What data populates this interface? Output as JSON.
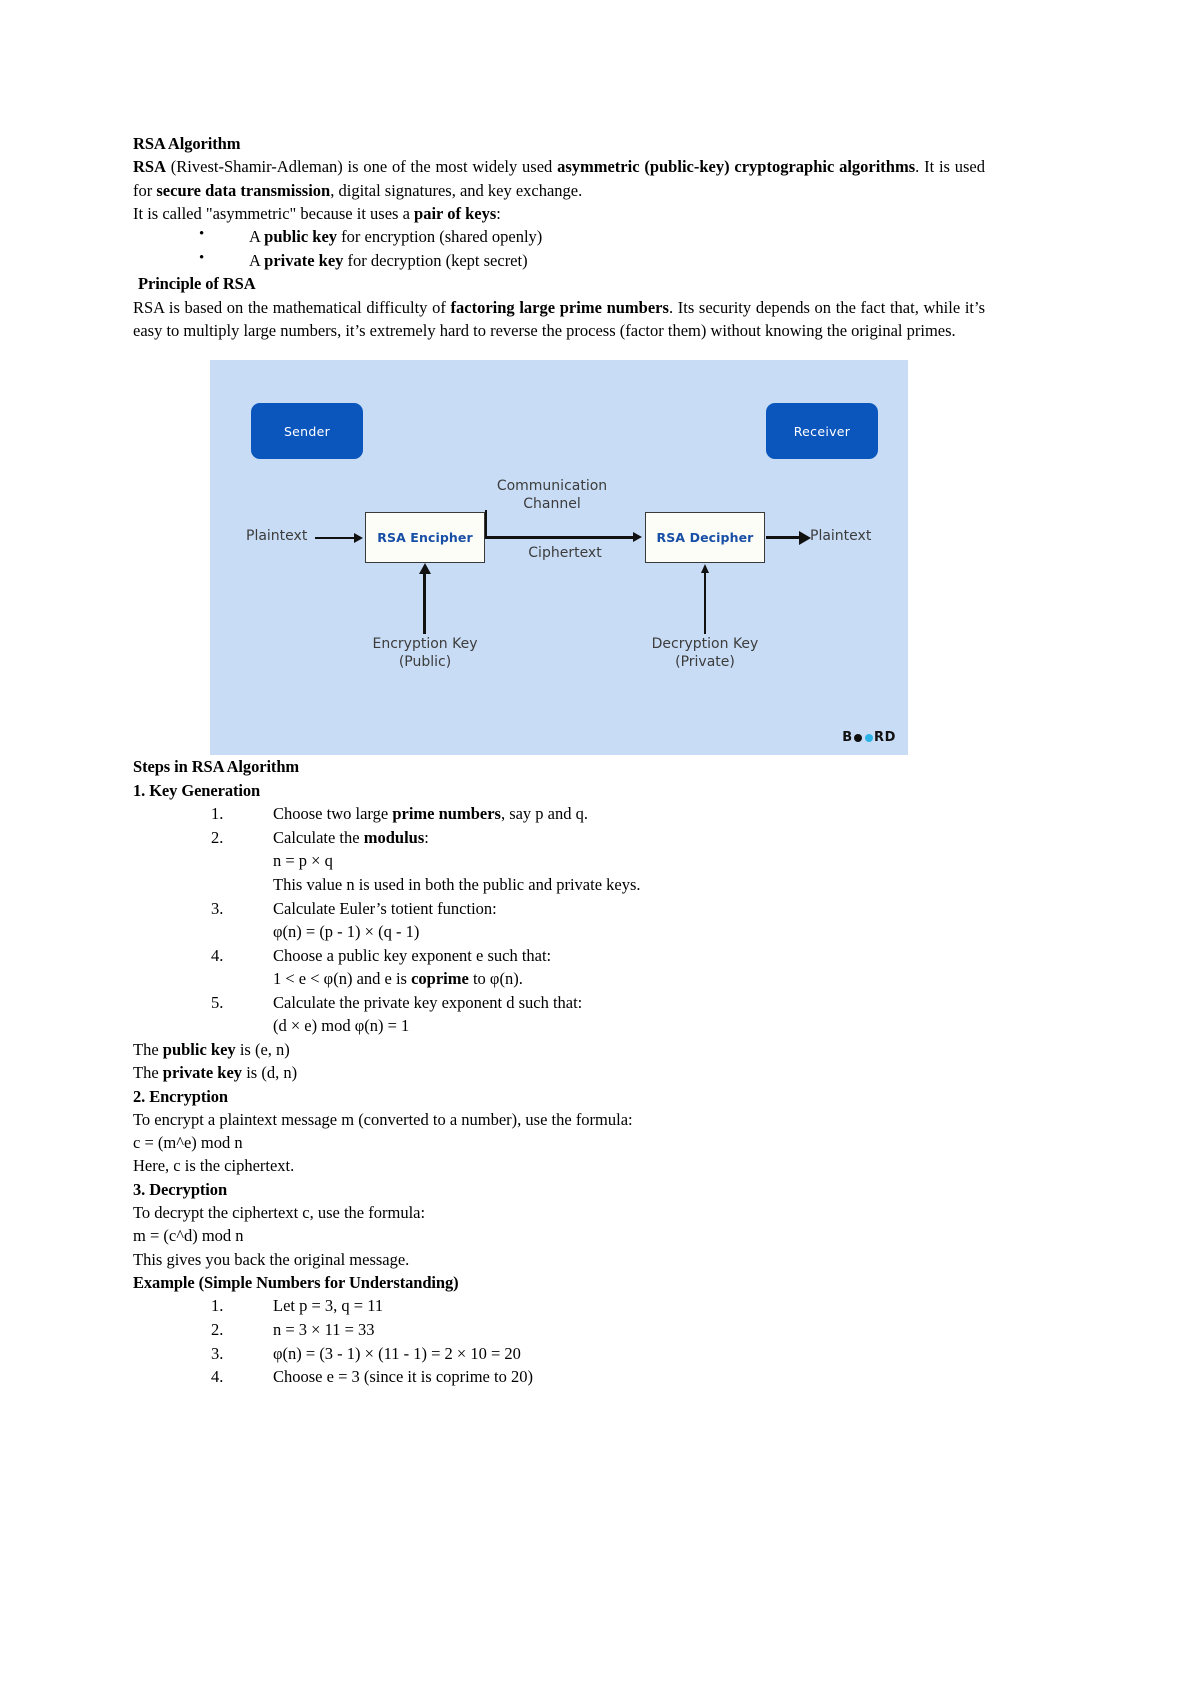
{
  "document": {
    "title": "RSA Algorithm",
    "intro": {
      "line1_a": "RSA",
      "line1_b": " (Rivest-Shamir-Adleman) is one of the most widely used ",
      "line1_c": "asymmetric (public-key) cryptographic algorithms",
      "line1_d": ". It is used for ",
      "line1_e": "secure data transmission",
      "line1_f": ", digital signatures, and key exchange.",
      "line2_a": "It is called \"asymmetric\" because it uses a ",
      "line2_b": "pair of keys",
      "line2_c": ":"
    },
    "key_bullets": [
      {
        "pre": "A ",
        "bold": "public key",
        "post": " for encryption (shared openly)"
      },
      {
        "pre": "A ",
        "bold": "private key",
        "post": " for decryption (kept secret)"
      }
    ],
    "principle": {
      "heading": "Principle of RSA",
      "body_a": "RSA is based on the mathematical difficulty of ",
      "body_b": "factoring large prime numbers",
      "body_c": ". Its security depends on the fact that, while it’s easy to multiply large numbers, it’s extremely hard to reverse the process (factor them) without knowing the original primes."
    },
    "figure": {
      "sender": "Sender",
      "receiver": "Receiver",
      "encipher": "RSA Encipher",
      "decipher": "RSA Decipher",
      "plaintext_in": "Plaintext",
      "plaintext_out": "Plaintext",
      "communication_channel": "Communication\nChannel",
      "ciphertext": "Ciphertext",
      "encryption_key": "Encryption Key\n(Public)",
      "decryption_key": "Decryption Key\n(Private)",
      "brand_b": "B",
      "brand_r": "R",
      "brand_d": "D",
      "bg_color": "#c8dcf5",
      "party_color": "#0b56bd",
      "box_text_color": "#174ea6",
      "brand_accent": "#2bb3e8"
    },
    "steps": {
      "heading": "Steps in RSA Algorithm",
      "section1_heading": "1. Key Generation",
      "items": [
        {
          "main_pre": "Choose two large ",
          "main_bold": "prime numbers",
          "main_post": ", say p and q.",
          "sub": []
        },
        {
          "main_pre": "Calculate the ",
          "main_bold": "modulus",
          "main_post": ":",
          "sub": [
            "n = p × q",
            "This value n is used in both the public and private keys."
          ]
        },
        {
          "main_pre": "Calculate Euler’s totient function:",
          "main_bold": "",
          "main_post": "",
          "sub": [
            "φ(n) = (p - 1) × (q - 1)"
          ]
        },
        {
          "main_pre": "Choose a public key exponent e such that:",
          "main_bold": "",
          "main_post": "",
          "sub_rich": {
            "pre": "1 < e < φ(n) and e is ",
            "bold": "coprime",
            "post": " to φ(n)."
          },
          "sub": []
        },
        {
          "main_pre": "Calculate the private key exponent d such that:",
          "main_bold": "",
          "main_post": "",
          "sub": [
            "(d × e) mod φ(n) = 1"
          ]
        }
      ],
      "public_key_line": {
        "pre": "The ",
        "bold": "public key",
        "post": " is (e, n)"
      },
      "private_key_line": {
        "pre": "The ",
        "bold": "private key",
        "post": " is (d, n)"
      },
      "section2_heading": "2. Encryption",
      "encryption_lines": [
        "To encrypt a plaintext message m (converted to a number), use the formula:",
        "c = (m^e) mod n",
        "Here, c is the ciphertext."
      ],
      "section3_heading": "3. Decryption",
      "decryption_lines": [
        "To decrypt the ciphertext c, use the formula:",
        "m = (c^d) mod n",
        "This gives you back the original message."
      ],
      "example_heading": "Example (Simple Numbers for Understanding)",
      "example_items": [
        "Let p = 3, q = 11",
        "n = 3 × 11 = 33",
        "φ(n) = (3 - 1) × (11 - 1) = 2 × 10 = 20",
        "Choose e = 3 (since it is coprime to 20)"
      ]
    }
  }
}
